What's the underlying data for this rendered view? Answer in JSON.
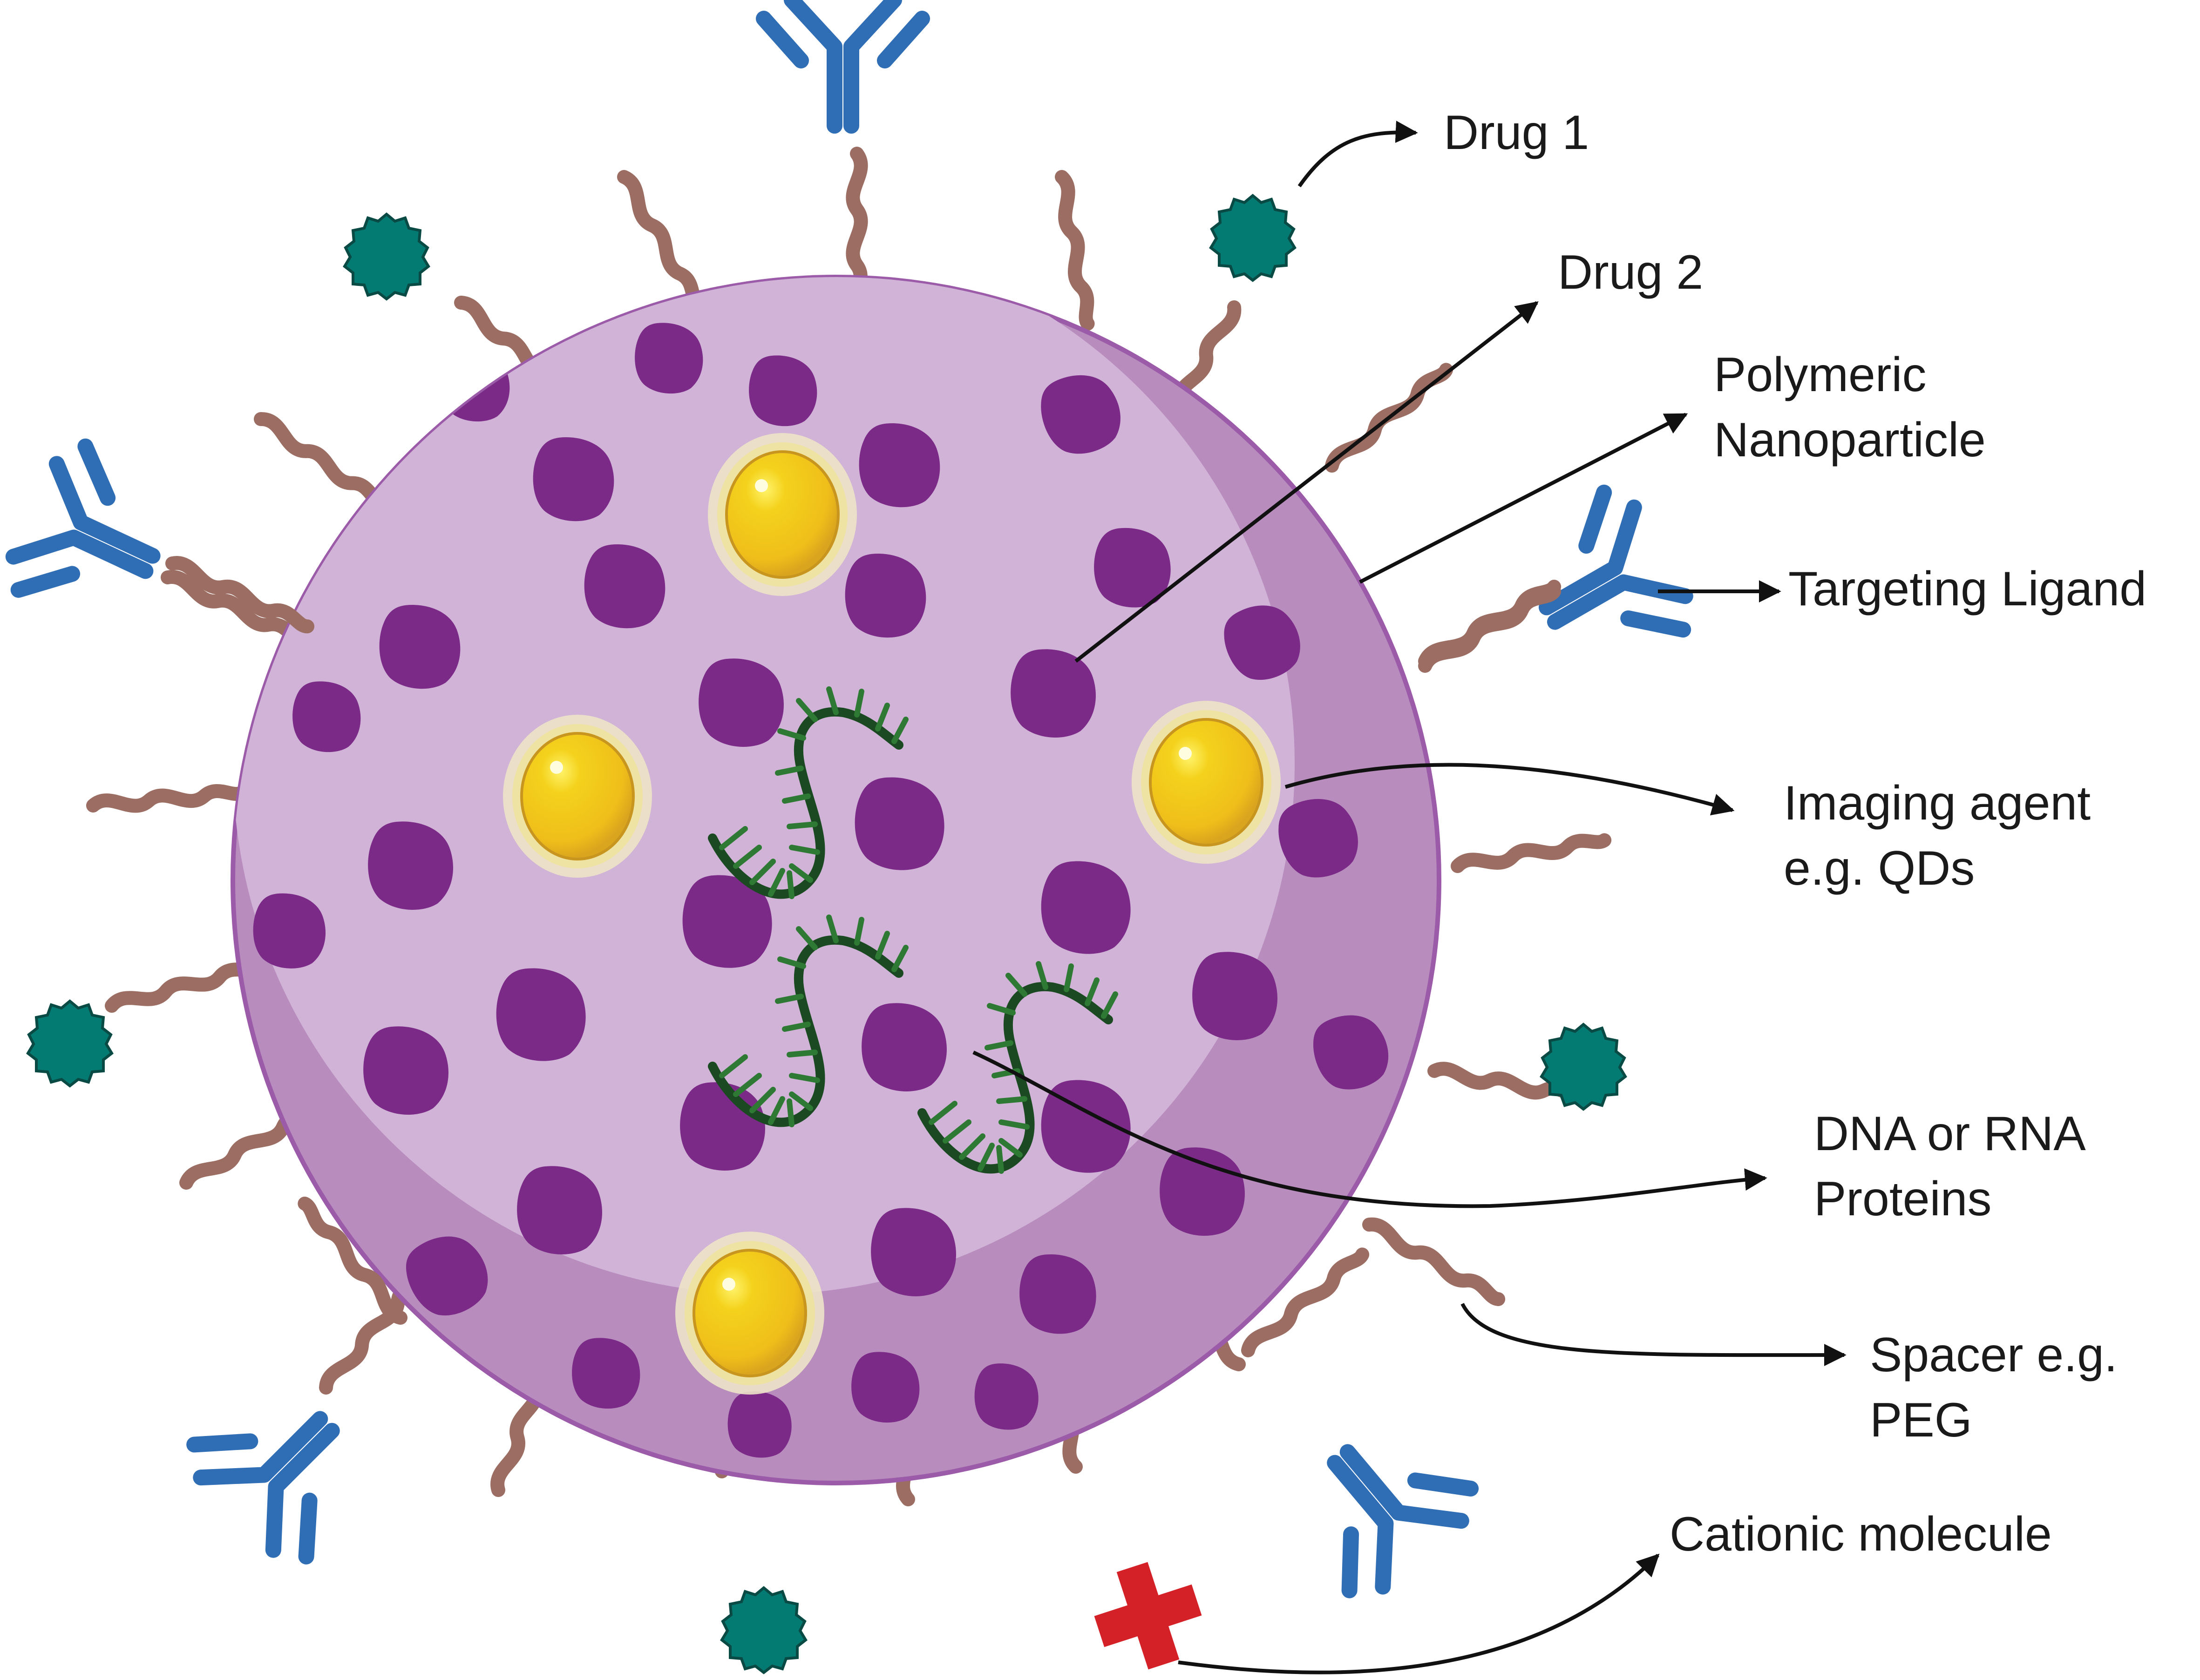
{
  "title": "Multifunctional polymeric nanoparticle",
  "labels": {
    "drug1": "Drug 1",
    "drug2": "Drug 2",
    "polymeric_line1": "Polymeric",
    "polymeric_line2": "Nanoparticle",
    "targeting": "Targeting Ligand",
    "imaging_line1": "Imaging agent",
    "imaging_line2": "e.g. QDs",
    "dna_line1": "DNA or RNA",
    "dna_line2": "Proteins",
    "spacer_line1": "Spacer e.g.",
    "spacer_line2": "PEG",
    "cationic": "Cationic molecule"
  },
  "colors": {
    "sphere_light": "#D0B3D7",
    "sphere_shade": "#B88DBE",
    "sphere_rim": "#9B5BA8",
    "drug2_purple": "#7B2A87",
    "quantum_dot": "#F0C21A",
    "quantum_dot_glow": "#EDE3C8",
    "drug1_teal": "#037B72",
    "drug1_outline": "#0A4A44",
    "antibody_blue": "#2F6DB5",
    "spacer_brown": "#9C6E63",
    "dna_backbone": "#1B4A22",
    "dna_bases": "#2E7A34",
    "cation_red": "#D42027",
    "arrow": "#111111"
  },
  "components": [
    {
      "name": "drug-1",
      "icon": "teal-starburst"
    },
    {
      "name": "drug-2",
      "icon": "purple-blob"
    },
    {
      "name": "polymeric-nanoparticle",
      "icon": "purple-sphere"
    },
    {
      "name": "targeting-ligand",
      "icon": "antibody-y"
    },
    {
      "name": "imaging-agent",
      "icon": "gold-quantum-dot"
    },
    {
      "name": "nucleic-acid",
      "icon": "dna-strand"
    },
    {
      "name": "spacer",
      "icon": "wavy-peg-chain"
    },
    {
      "name": "cationic-molecule",
      "icon": "red-plus"
    }
  ]
}
